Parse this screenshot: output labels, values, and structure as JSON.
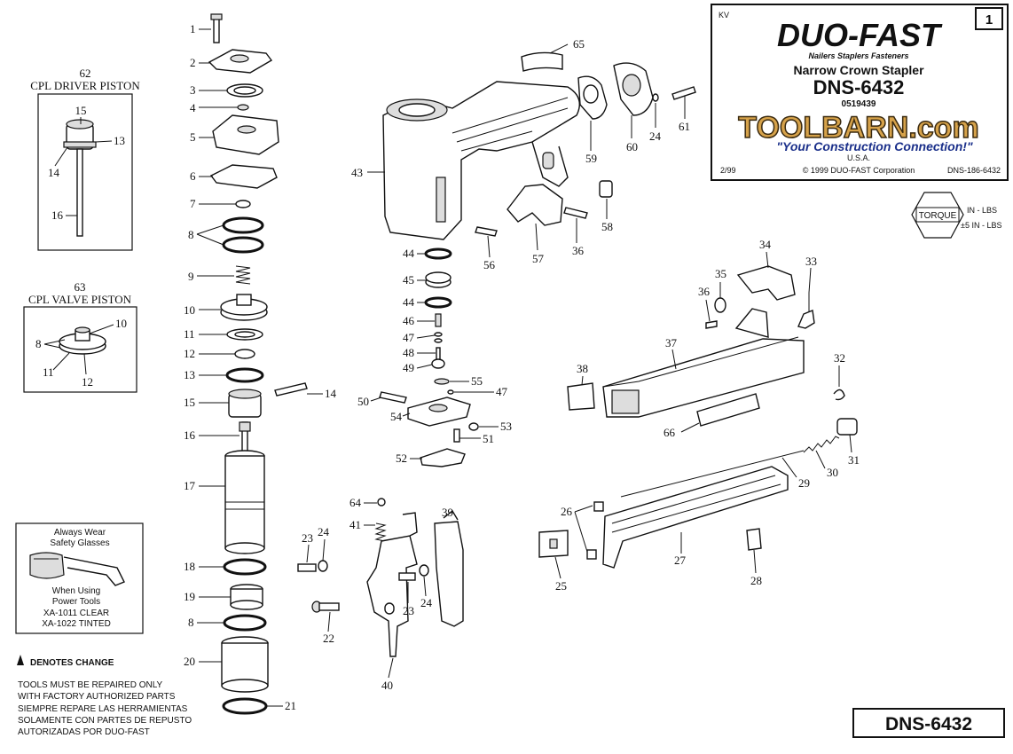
{
  "title_block": {
    "tag": "KV",
    "sheet": "1",
    "brand": "DUO-FAST",
    "brand_tagline": "Nailers Staplers Fasteners",
    "product": "Narrow Crown Stapler",
    "model": "DNS-6432",
    "part_number": "0519439",
    "toolbarn_name": "TOOLBARN.com",
    "toolbarn_slogan": "\"Your Construction Connection!\"",
    "country": "U.S.A.",
    "date": "2/99",
    "copyright": "© 1999 DUO-FAST Corporation",
    "doc_number": "DNS-186-6432"
  },
  "torque": {
    "label": "TORQUE",
    "unit": "IN - LBS",
    "tolerance": "±5 IN - LBS"
  },
  "insets": {
    "driver_piston": {
      "number": "62",
      "title": "CPL DRIVER PISTON",
      "callouts": [
        "15",
        "13",
        "14",
        "16"
      ]
    },
    "valve_piston": {
      "number": "63",
      "title": "CPL VALVE PISTON",
      "callouts": [
        "10",
        "8",
        "11",
        "12"
      ]
    }
  },
  "safety": {
    "top": [
      "Always Wear",
      "Safety Glasses"
    ],
    "bottom": [
      "When Using",
      "Power Tools"
    ],
    "items": [
      "XA-1011 CLEAR",
      "XA-1022 TINTED"
    ]
  },
  "notes": {
    "change": "DENOTES CHANGE",
    "lines": [
      "TOOLS MUST BE REPAIRED ONLY",
      "WITH FACTORY AUTHORIZED PARTS",
      "SIEMPRE REPARE LAS HERRAMIENTAS",
      "SOLAMENTE CON PARTES DE REPUSTO",
      "AUTORIZADAS POR DUO-FAST"
    ]
  },
  "footer_model": "DNS-6432",
  "callouts": {
    "n1": "1",
    "n2": "2",
    "n3": "3",
    "n4": "4",
    "n5": "5",
    "n6": "6",
    "n7": "7",
    "n8a": "8",
    "n9": "9",
    "n10": "10",
    "n11": "11",
    "n12": "12",
    "n13": "13",
    "n14": "14",
    "n15": "15",
    "n16": "16",
    "n17": "17",
    "n18": "18",
    "n19": "19",
    "n8b": "8",
    "n20": "20",
    "n21": "21",
    "n23a": "23",
    "n24a": "24",
    "n22": "22",
    "n64": "64",
    "n41": "41",
    "n39": "39",
    "n23b": "23",
    "n24b": "24",
    "n40": "40",
    "n43": "43",
    "n44a": "44",
    "n45": "45",
    "n44b": "44",
    "n46": "46",
    "n47a": "47",
    "n48": "48",
    "n49": "49",
    "n55": "55",
    "n47b": "47",
    "n50": "50",
    "n54": "54",
    "n53": "53",
    "n51": "51",
    "n52": "52",
    "n65": "65",
    "n59": "59",
    "n60": "60",
    "n24c": "24",
    "n61": "61",
    "n58": "58",
    "n57": "57",
    "n56": "56",
    "n36a": "36",
    "n34": "34",
    "n35": "35",
    "n33": "33",
    "n36b": "36",
    "n37": "37",
    "n38": "38",
    "n32": "32",
    "n66": "66",
    "n31": "31",
    "n30": "30",
    "n29": "29",
    "n26": "26",
    "n25": "25",
    "n27": "27",
    "n28": "28"
  }
}
